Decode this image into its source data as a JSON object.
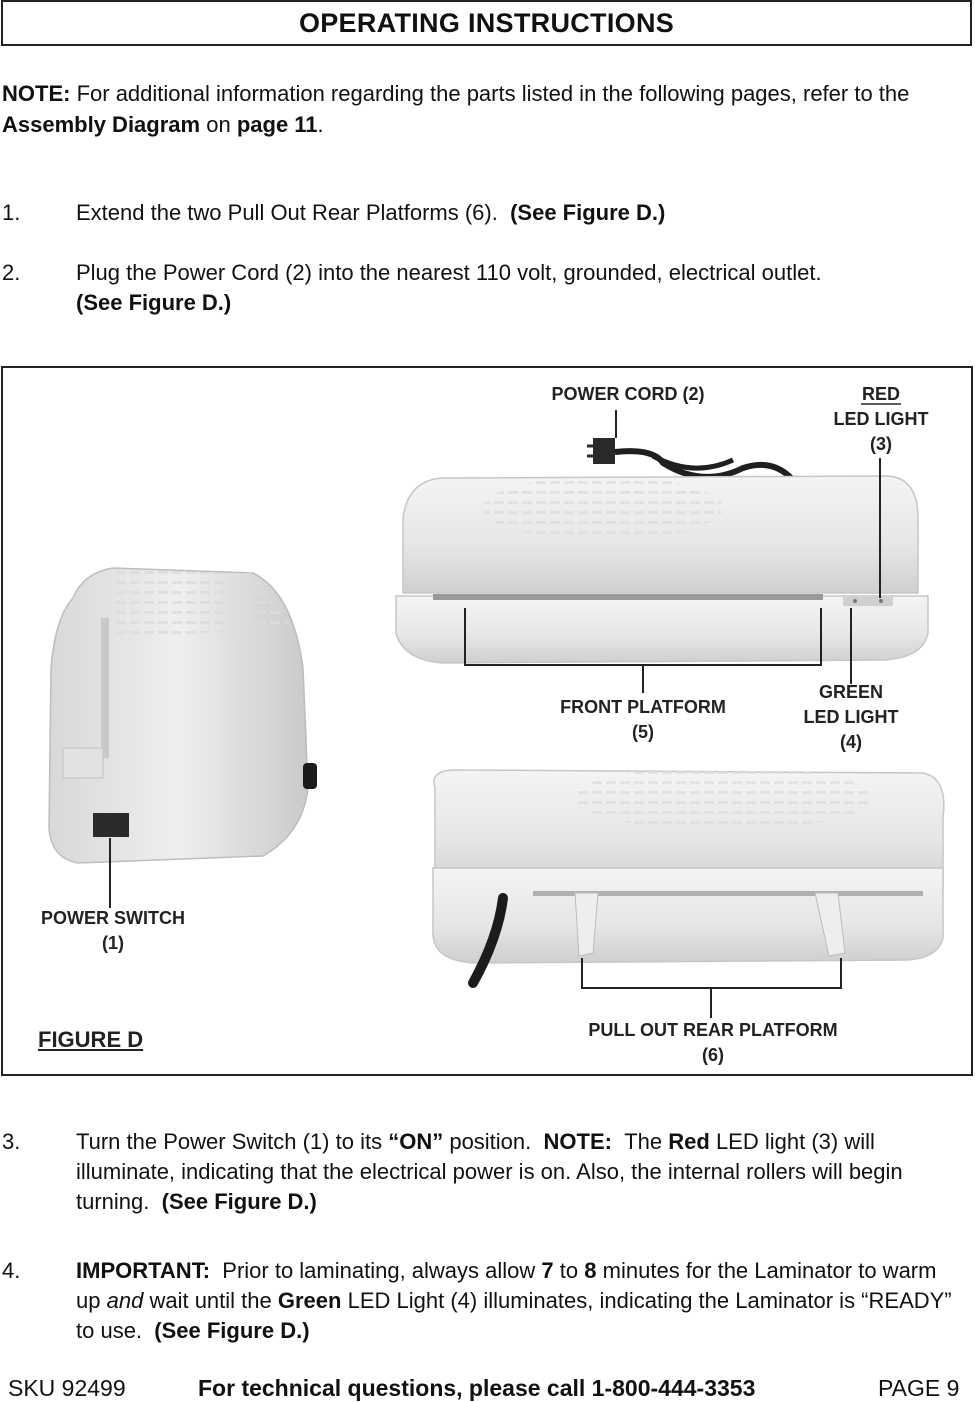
{
  "header": {
    "title": "OPERATING INSTRUCTIONS"
  },
  "note": {
    "label": "NOTE:",
    "text_a": "For additional information regarding the parts listed in the following pages, refer to the",
    "bold_a": "Assembly Diagram",
    "text_b": "on",
    "bold_b": "page 11",
    "text_c": "."
  },
  "steps": [
    {
      "num": "1.",
      "text": "Extend the two Pull Out Rear Platforms (6).",
      "ref": "(See Figure D.)"
    },
    {
      "num": "2.",
      "text": "Plug the Power Cord (2) into the nearest 110 volt, grounded, electrical outlet.",
      "ref": "(See Figure D.)"
    },
    {
      "num": "3.",
      "t1": "Turn the Power Switch (1) to its",
      "b1": "“ON”",
      "t2": "position.",
      "b2": "NOTE:",
      "t3": "The",
      "b3": "Red",
      "t4": "LED light (3) will illuminate, indicating that the electrical power is on.  Also, the internal rollers will begin turning.",
      "ref": "(See Figure D.)"
    },
    {
      "num": "4.",
      "b1": "IMPORTANT:",
      "t1": "Prior to laminating, always allow",
      "b2": "7",
      "t2": "to",
      "b3": "8",
      "t3": "minutes for the Laminator to warm up",
      "i1": "and",
      "t4": "wait until the",
      "b4": "Green",
      "t5": "LED Light (4) illuminates, indicating the Laminator is “READY” to use.",
      "ref": "(See Figure D.)"
    }
  ],
  "figure": {
    "caption": "FIGURE D",
    "labels": {
      "power_cord": "POWER CORD (2)",
      "red_1": "RED",
      "red_2": "LED LIGHT",
      "red_3": "(3)",
      "front_1": "FRONT PLATFORM",
      "front_2": "(5)",
      "green_1": "GREEN",
      "green_2": "LED LIGHT",
      "green_3": "(4)",
      "switch_1": "POWER SWITCH",
      "switch_2": "(1)",
      "rear_1": "PULL OUT REAR PLATFORM",
      "rear_2": "(6)"
    }
  },
  "footer": {
    "sku": "SKU 92499",
    "tech": "For technical questions, please call 1-800-444-3353",
    "page": "PAGE 9"
  }
}
